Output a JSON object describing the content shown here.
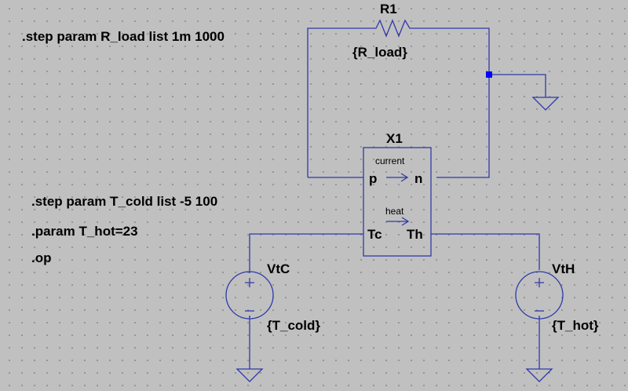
{
  "directives": {
    "step_rload": ".step param R_load list 1m 1000",
    "step_tcold": ".step param T_cold list -5 100",
    "param_thot": ".param T_hot=23",
    "op": ".op"
  },
  "components": {
    "r1": {
      "name": "R1",
      "value": "{R_load}"
    },
    "x1": {
      "name": "X1",
      "pin_p": "p",
      "pin_n": "n",
      "pin_tc": "Tc",
      "pin_th": "Th",
      "current_label": "current",
      "heat_label": "heat"
    },
    "vtc": {
      "name": "VtC",
      "value": "{T_cold}"
    },
    "vth": {
      "name": "VtH",
      "value": "{T_hot}"
    }
  },
  "colors": {
    "wire": "#2e3aa8",
    "background": "#c0c0c0",
    "junction": "#0000ff"
  }
}
